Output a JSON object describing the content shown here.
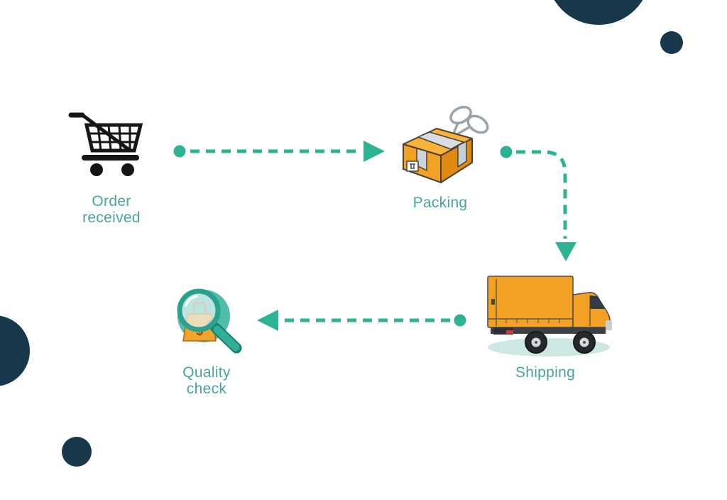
{
  "palette": {
    "background": "#ffffff",
    "accent": "#2bb394",
    "label": "#45a69c",
    "dark": "#17384a",
    "orange": "#f2a124"
  },
  "process": {
    "steps": [
      {
        "label": "Order received",
        "icon": "shopping-cart-icon"
      },
      {
        "label": "Packing",
        "icon": "packing-box-scissors-icon"
      },
      {
        "label": "Shipping",
        "icon": "delivery-truck-icon"
      },
      {
        "label": "Quality check",
        "icon": "quality-magnifier-icon"
      }
    ],
    "connectors": [
      {
        "from": "Order received",
        "to": "Packing",
        "style": "dashed, dot start, arrow end"
      },
      {
        "from": "Packing",
        "to": "Shipping",
        "style": "dashed, dot start, arrow end, right-angle down"
      },
      {
        "from": "Shipping",
        "to": "Quality check",
        "style": "dashed, dot start, arrow end"
      }
    ]
  }
}
